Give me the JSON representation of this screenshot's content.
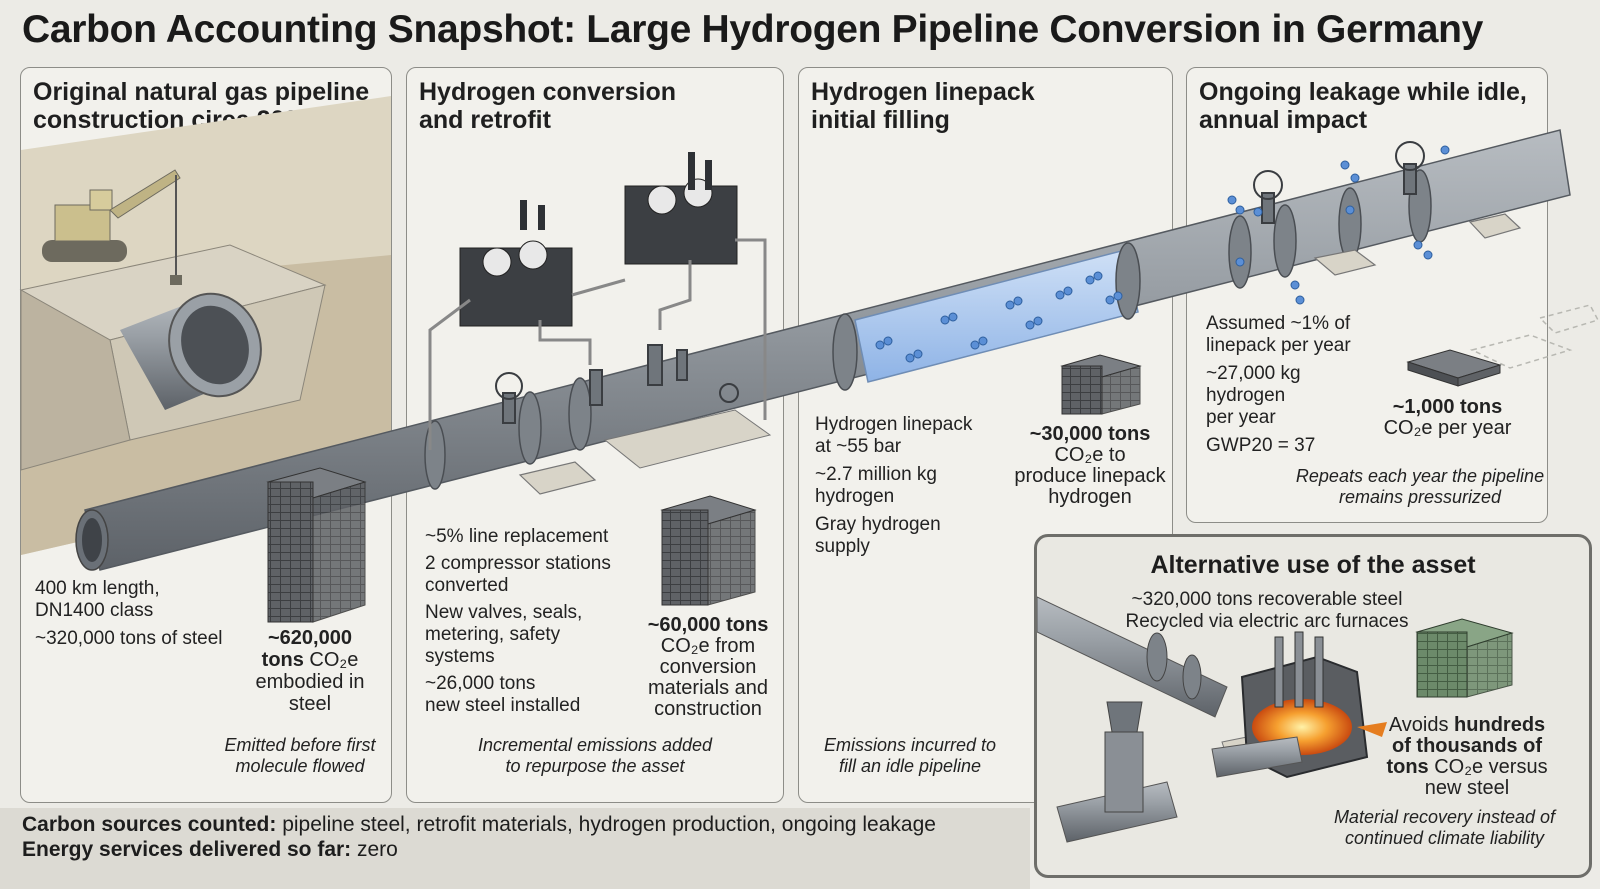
{
  "title": "Carbon Accounting Snapshot: Large Hydrogen Pipeline Conversion in Germany",
  "panels": {
    "construction": {
      "title_line1": "Original natural gas pipeline",
      "title_line2": "construction circa 2020",
      "spec_line1": "400 km length,",
      "spec_line2": "DN1400 class",
      "spec_line3": "~320,000 tons of steel",
      "emission_line1": "~620,000",
      "emission_line2_bold": "tons",
      "emission_line2_rest": " CO₂e",
      "emission_line3": "embodied in",
      "emission_line4": "steel",
      "note_line1": "Emitted before first",
      "note_line2": "molecule flowed"
    },
    "conversion": {
      "title_line1": "Hydrogen conversion",
      "title_line2": "and retrofit",
      "item1": "~5% line replacement",
      "item2_line1": "2 compressor stations",
      "item2_line2": "converted",
      "item3_line1": "New valves, seals,",
      "item3_line2": "metering, safety",
      "item3_line3": "systems",
      "item4_line1": "~26,000 tons",
      "item4_line2": "new steel installed",
      "emission_line1": "~60,000 tons",
      "emission_line2": "CO₂e from",
      "emission_line3": "conversion",
      "emission_line4": "materials and",
      "emission_line5": "construction",
      "note_line1": "Incremental emissions added",
      "note_line2": "to repurpose the asset"
    },
    "linepack": {
      "title_line1": "Hydrogen linepack",
      "title_line2": "initial filling",
      "item1_line1": "Hydrogen linepack",
      "item1_line2": "at ~55 bar",
      "item2_line1": "~2.7 million kg",
      "item2_line2": "hydrogen",
      "item3_line1": "Gray hydrogen",
      "item3_line2": "supply",
      "emission_line1": "~30,000 tons",
      "emission_line2": "CO₂e to",
      "emission_line3": "produce linepack",
      "emission_line4": "hydrogen",
      "note_line1": "Emissions incurred to",
      "note_line2": "fill an idle pipeline"
    },
    "leakage": {
      "title_line1": "Ongoing leakage while idle,",
      "title_line2": "annual impact",
      "item1_line1": "Assumed ~1% of",
      "item1_line2": "linepack per year",
      "item2_line1": "~27,000 kg",
      "item2_line2": "hydrogen",
      "item2_line3": "per year",
      "item3": "GWP20 = 37",
      "emission_line1": "~1,000 tons",
      "emission_line2": "CO₂e per year",
      "note_line1": "Repeats each year the pipeline",
      "note_line2": "remains pressurized"
    }
  },
  "alternative": {
    "title": "Alternative use of the asset",
    "line1": "~320,000 tons recoverable steel",
    "line2": "Recycled via electric arc furnaces",
    "avoid_line1_pre": "Avoids ",
    "avoid_line1_bold": "hundreds",
    "avoid_line2": "of thousands of",
    "avoid_line3_bold": "tons",
    "avoid_line3_rest": " CO₂e versus",
    "avoid_line4": "new steel",
    "note_line1": "Material recovery instead of",
    "note_line2": "continued climate liability"
  },
  "footer": {
    "line1_bold": "Carbon sources counted:",
    "line1_rest": " pipeline steel, retrofit materials, hydrogen production, ongoing leakage",
    "line2_bold": "Energy services delivered so far:",
    "line2_rest": " zero"
  },
  "colors": {
    "pipe": "#8e949a",
    "steel_block": "#5f6266",
    "green_block": "#6c8a6a",
    "hydrogen": "#5b8fd6"
  }
}
